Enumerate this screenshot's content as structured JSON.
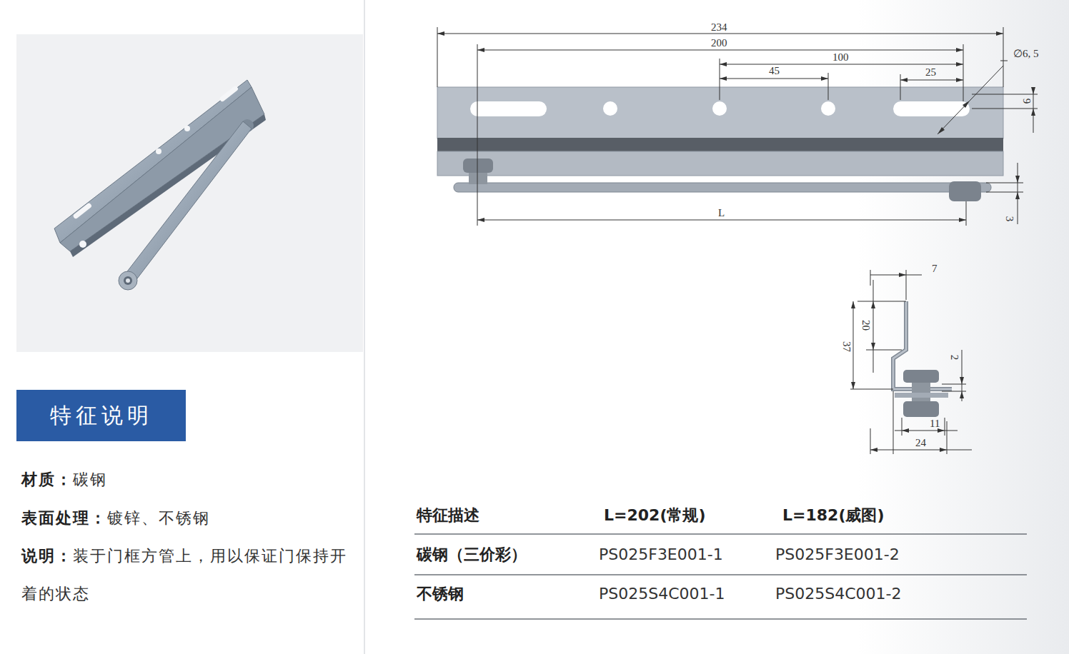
{
  "diagram": {
    "nodes": [
      {
        "text": [
          "特征说明"
        ]
      }
    ],
    "labels": [
      "234",
      "200",
      "100",
      "45",
      "25",
      "∅6, 5",
      "9",
      "3",
      "L",
      "7",
      "20",
      "37",
      "2",
      "11",
      "24",
      "材质：",
      "碳钢",
      "表面处理：",
      "镀锌、不锈钢",
      "说明：",
      "装于门框方管上，用以保证门保持开着的状态",
      "特征描述",
      "L=202(常规)",
      "L=182(威图)",
      "碳钢（三价彩）",
      "PS025F3E001-1",
      "PS025F3E001-2",
      "不锈钢",
      "PS025S4C001-1",
      "PS025S4C001-2"
    ]
  }
}
